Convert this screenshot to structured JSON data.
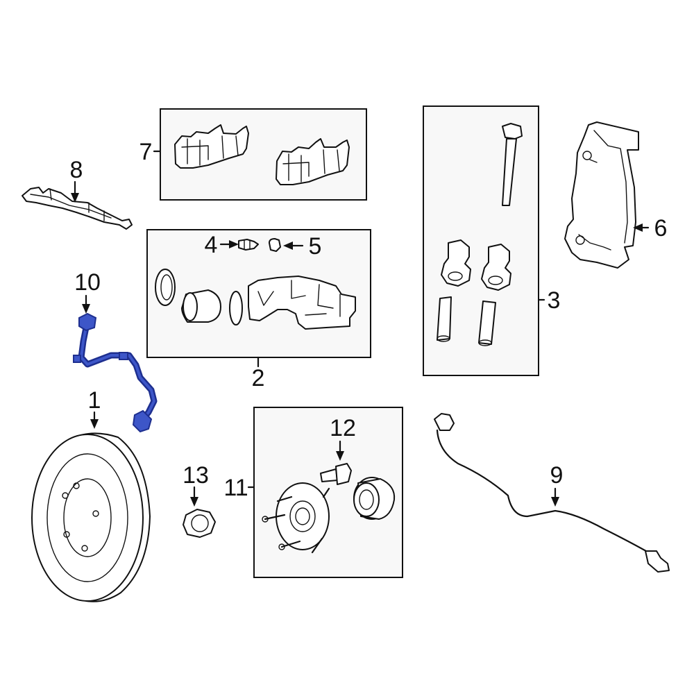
{
  "callouts": {
    "c1": "1",
    "c2": "2",
    "c3": "3",
    "c4": "4",
    "c5": "5",
    "c6": "6",
    "c7": "7",
    "c8": "8",
    "c9": "9",
    "c10": "10",
    "c11": "11",
    "c12": "12",
    "c13": "13"
  },
  "colors": {
    "line": "#111111",
    "highlight": "#1e2f8f",
    "box_fill": "#f8f8f8",
    "background": "#ffffff"
  }
}
